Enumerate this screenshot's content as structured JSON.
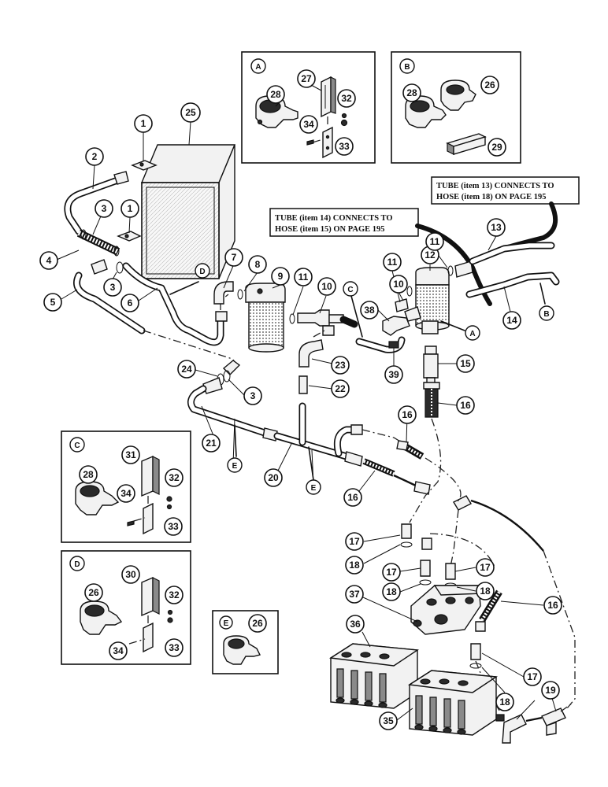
{
  "notes": {
    "note1_line1": "TUBE (item 13) CONNECTS TO",
    "note1_line2": "HOSE (item 18) ON PAGE 195",
    "note2_line1": "TUBE (item 14) CONNECTS TO",
    "note2_line2": "HOSE (item 15) ON PAGE 195"
  },
  "detail_boxes": {
    "A": {
      "letter": "A",
      "callouts": [
        "28",
        "27",
        "32",
        "34",
        "33"
      ]
    },
    "B": {
      "letter": "B",
      "callouts": [
        "28",
        "26",
        "29"
      ]
    },
    "C": {
      "letter": "C",
      "callouts": [
        "31",
        "28",
        "32",
        "34",
        "33"
      ]
    },
    "D": {
      "letter": "D",
      "callouts": [
        "30",
        "26",
        "32",
        "34",
        "33"
      ]
    },
    "E": {
      "letter": "E",
      "callouts": [
        "26"
      ]
    }
  },
  "main_callouts": {
    "c25": "25",
    "c1a": "1",
    "c1b": "1",
    "c2": "2",
    "c3a": "3",
    "c3b": "3",
    "c4": "4",
    "c5": "5",
    "c6": "6",
    "c7": "7",
    "c8": "8",
    "c9": "9",
    "c11a": "11",
    "c10a": "10",
    "c12": "12",
    "c11b": "11",
    "c10b": "10",
    "c13": "13",
    "c14": "14",
    "c38": "38",
    "c39": "39",
    "c15": "15",
    "c16a": "16",
    "c16b": "16",
    "c23": "23",
    "c22": "22",
    "c24": "24",
    "c3c": "3",
    "c21": "21",
    "c20": "20",
    "c16c": "16",
    "c17a": "17",
    "c18a": "18",
    "c17b": "17",
    "c17c": "17",
    "c18b": "18",
    "c18c": "18",
    "c37": "37",
    "c16d": "16",
    "c36": "36",
    "c17d": "17",
    "c18d": "18",
    "c35": "35",
    "c19": "19"
  },
  "ref_letters": {
    "rD": "D",
    "rC": "C",
    "rA": "A",
    "rB": "B",
    "rE1": "E",
    "rE2": "E"
  }
}
